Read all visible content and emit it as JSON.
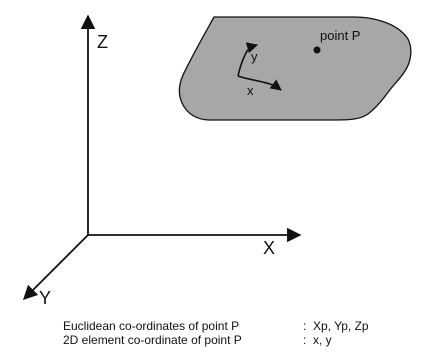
{
  "axes": {
    "x_label": "X",
    "y_label": "Y",
    "z_label": "Z"
  },
  "surface": {
    "point_label": "point P",
    "local_x_label": "x",
    "local_y_label": "y",
    "fill_color": "#a7a7a7",
    "stroke_color": "#111111"
  },
  "caption": {
    "line1_label": "Euclidean co-ordinates of point P",
    "line1_value": "Xp, Yp, Zp",
    "line2_label": "2D element co-ordinate of point P",
    "line2_value": "x, y",
    "separator": ":"
  }
}
